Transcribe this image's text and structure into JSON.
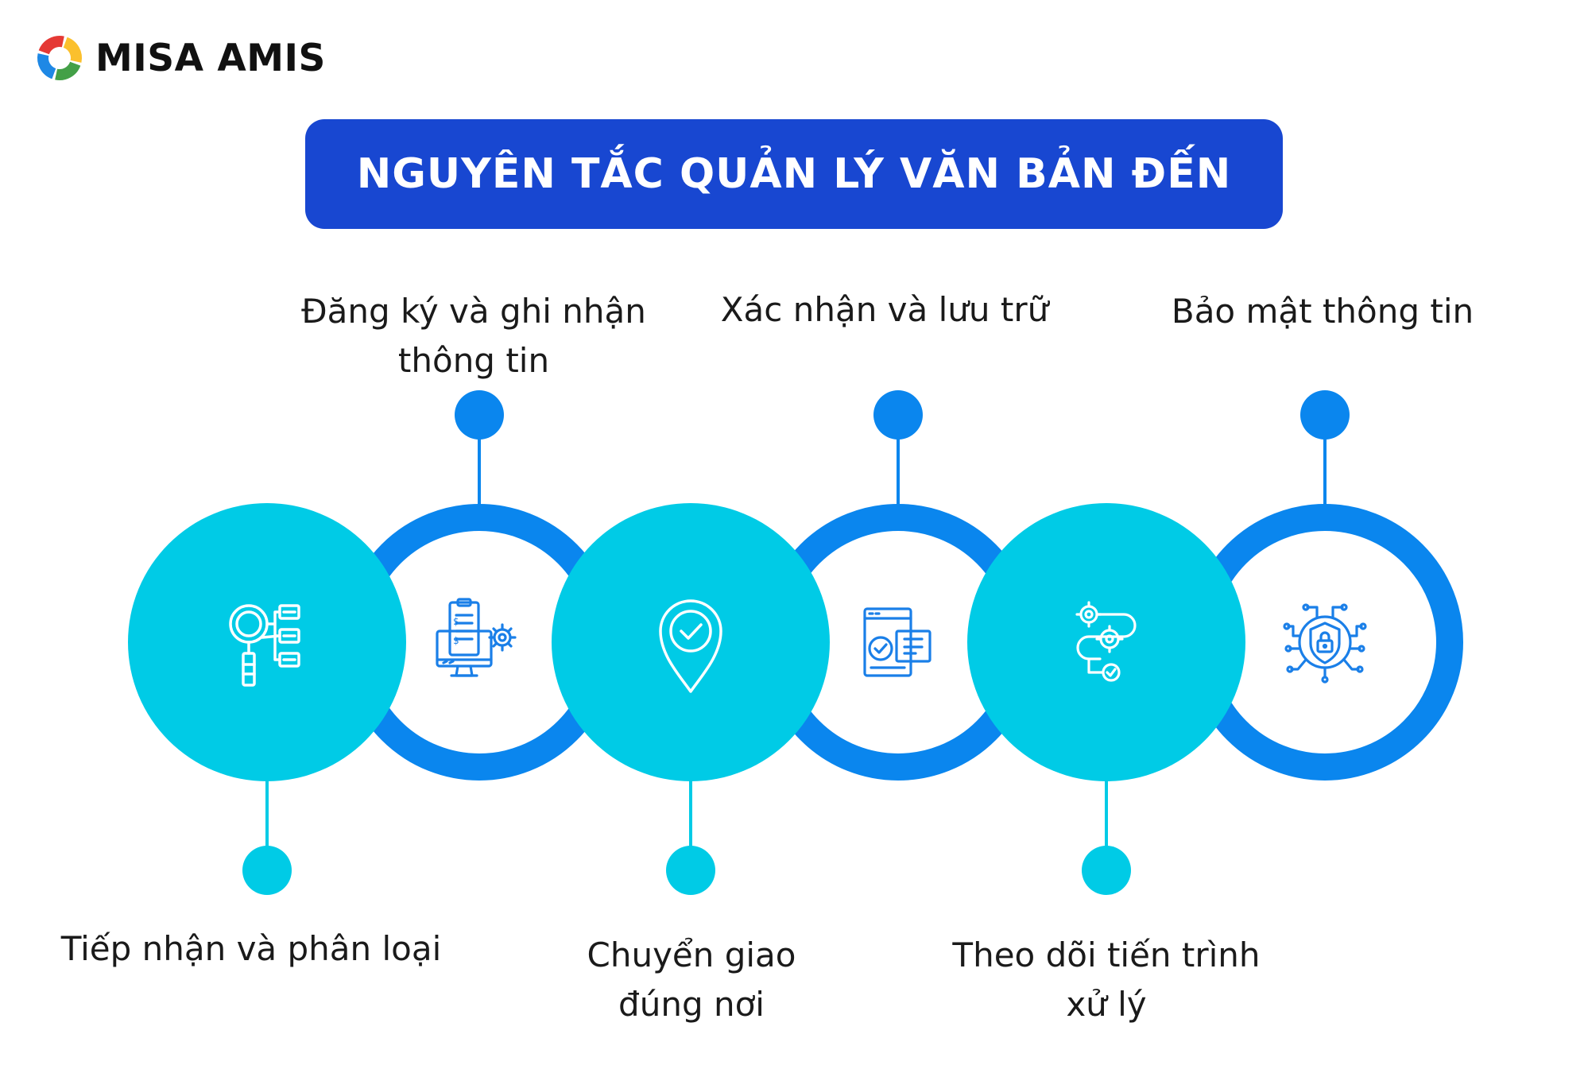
{
  "brand": {
    "name": "MISA AMIS",
    "colors": [
      "#e53935",
      "#fbc02d",
      "#43a047",
      "#1e88e5"
    ]
  },
  "title": "NGUYÊN TẮC QUẢN LÝ VĂN BẢN ĐẾN",
  "colors": {
    "title_bg": "#1847d1",
    "cyan": "#00cbe6",
    "blue": "#0a86ee",
    "icon_stroke_light": "#ffffff",
    "icon_stroke_dark": "#1a7fe8"
  },
  "steps": [
    {
      "lines": [
        "Tiếp nhận và phân loại"
      ],
      "icon": "search-hierarchy-icon"
    },
    {
      "lines": [
        "Đăng ký và ghi nhận",
        "thông tin"
      ],
      "icon": "invoice-monitor-gear-icon"
    },
    {
      "lines": [
        "Chuyển giao",
        "đúng nơi"
      ],
      "icon": "location-check-icon"
    },
    {
      "lines": [
        "Xác nhận và lưu trữ"
      ],
      "icon": "document-check-icon"
    },
    {
      "lines": [
        "Theo dõi tiến trình",
        "xử lý"
      ],
      "icon": "gear-process-icon"
    },
    {
      "lines": [
        "Bảo mật thông tin"
      ],
      "icon": "security-lock-icon"
    }
  ]
}
